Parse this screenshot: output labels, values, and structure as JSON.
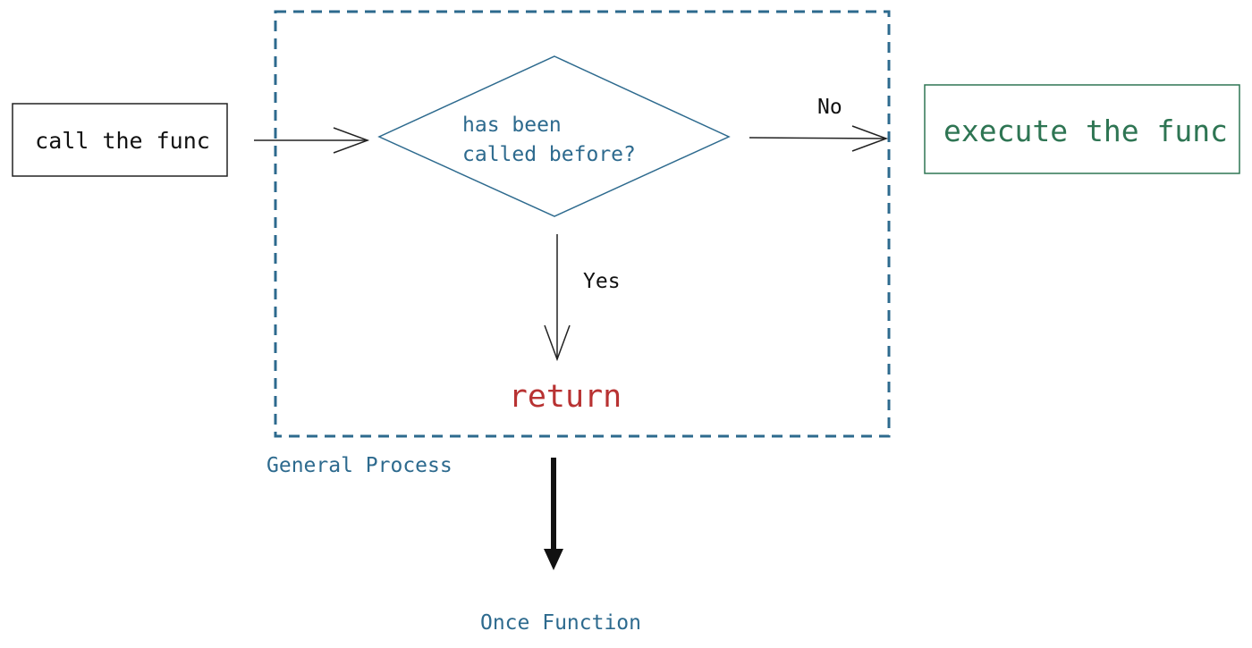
{
  "diagram": {
    "start_node": "call the func",
    "decision_node": {
      "line1": "has been",
      "line2": "called before?"
    },
    "no_label": "No",
    "yes_label": "Yes",
    "execute_node": "execute the func",
    "return_node": "return",
    "group_label": "General Process",
    "result_label": "Once Function"
  },
  "colors": {
    "frame": "#2d6a8e",
    "decision": "#2d6a8e",
    "execute": "#2e7553",
    "return": "#b83232",
    "ink": "#111111"
  }
}
